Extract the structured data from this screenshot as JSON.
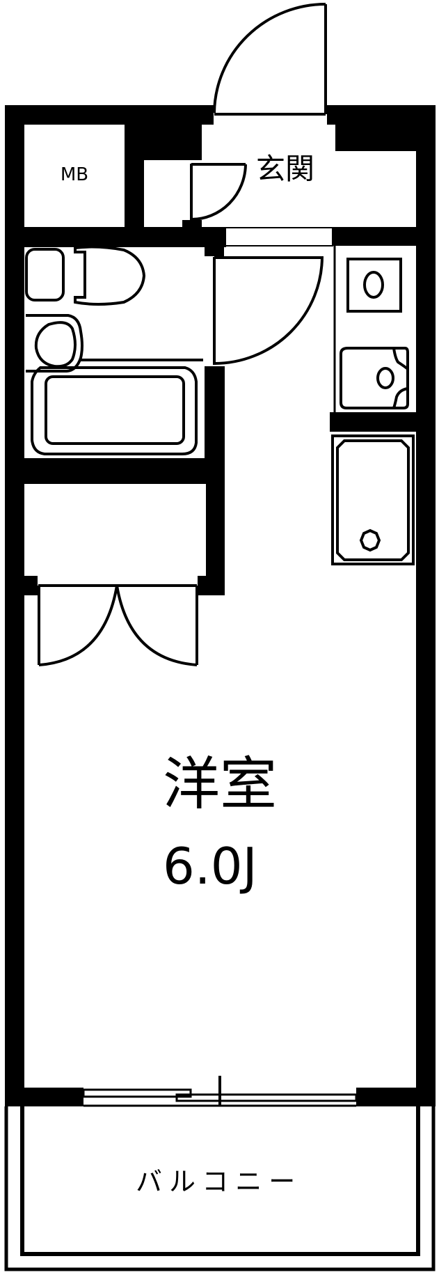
{
  "plan": {
    "title": "1R floor plan",
    "line_color": "#000000",
    "background": "#ffffff"
  },
  "rooms": {
    "meter_box": {
      "label": "MB"
    },
    "entrance": {
      "label": "玄関"
    },
    "western_room": {
      "label": "洋室",
      "size": "6.0J"
    },
    "balcony": {
      "label": "バルコニー"
    }
  },
  "fixtures": [
    {
      "name": "toilet"
    },
    {
      "name": "washbasin"
    },
    {
      "name": "bathtub"
    },
    {
      "name": "kitchen-stove"
    },
    {
      "name": "kitchen-sink"
    },
    {
      "name": "washing-machine-pan"
    },
    {
      "name": "closet-double-door"
    },
    {
      "name": "entrance-door"
    },
    {
      "name": "bathroom-door"
    },
    {
      "name": "shoe-closet-door"
    },
    {
      "name": "sliding-window"
    }
  ]
}
